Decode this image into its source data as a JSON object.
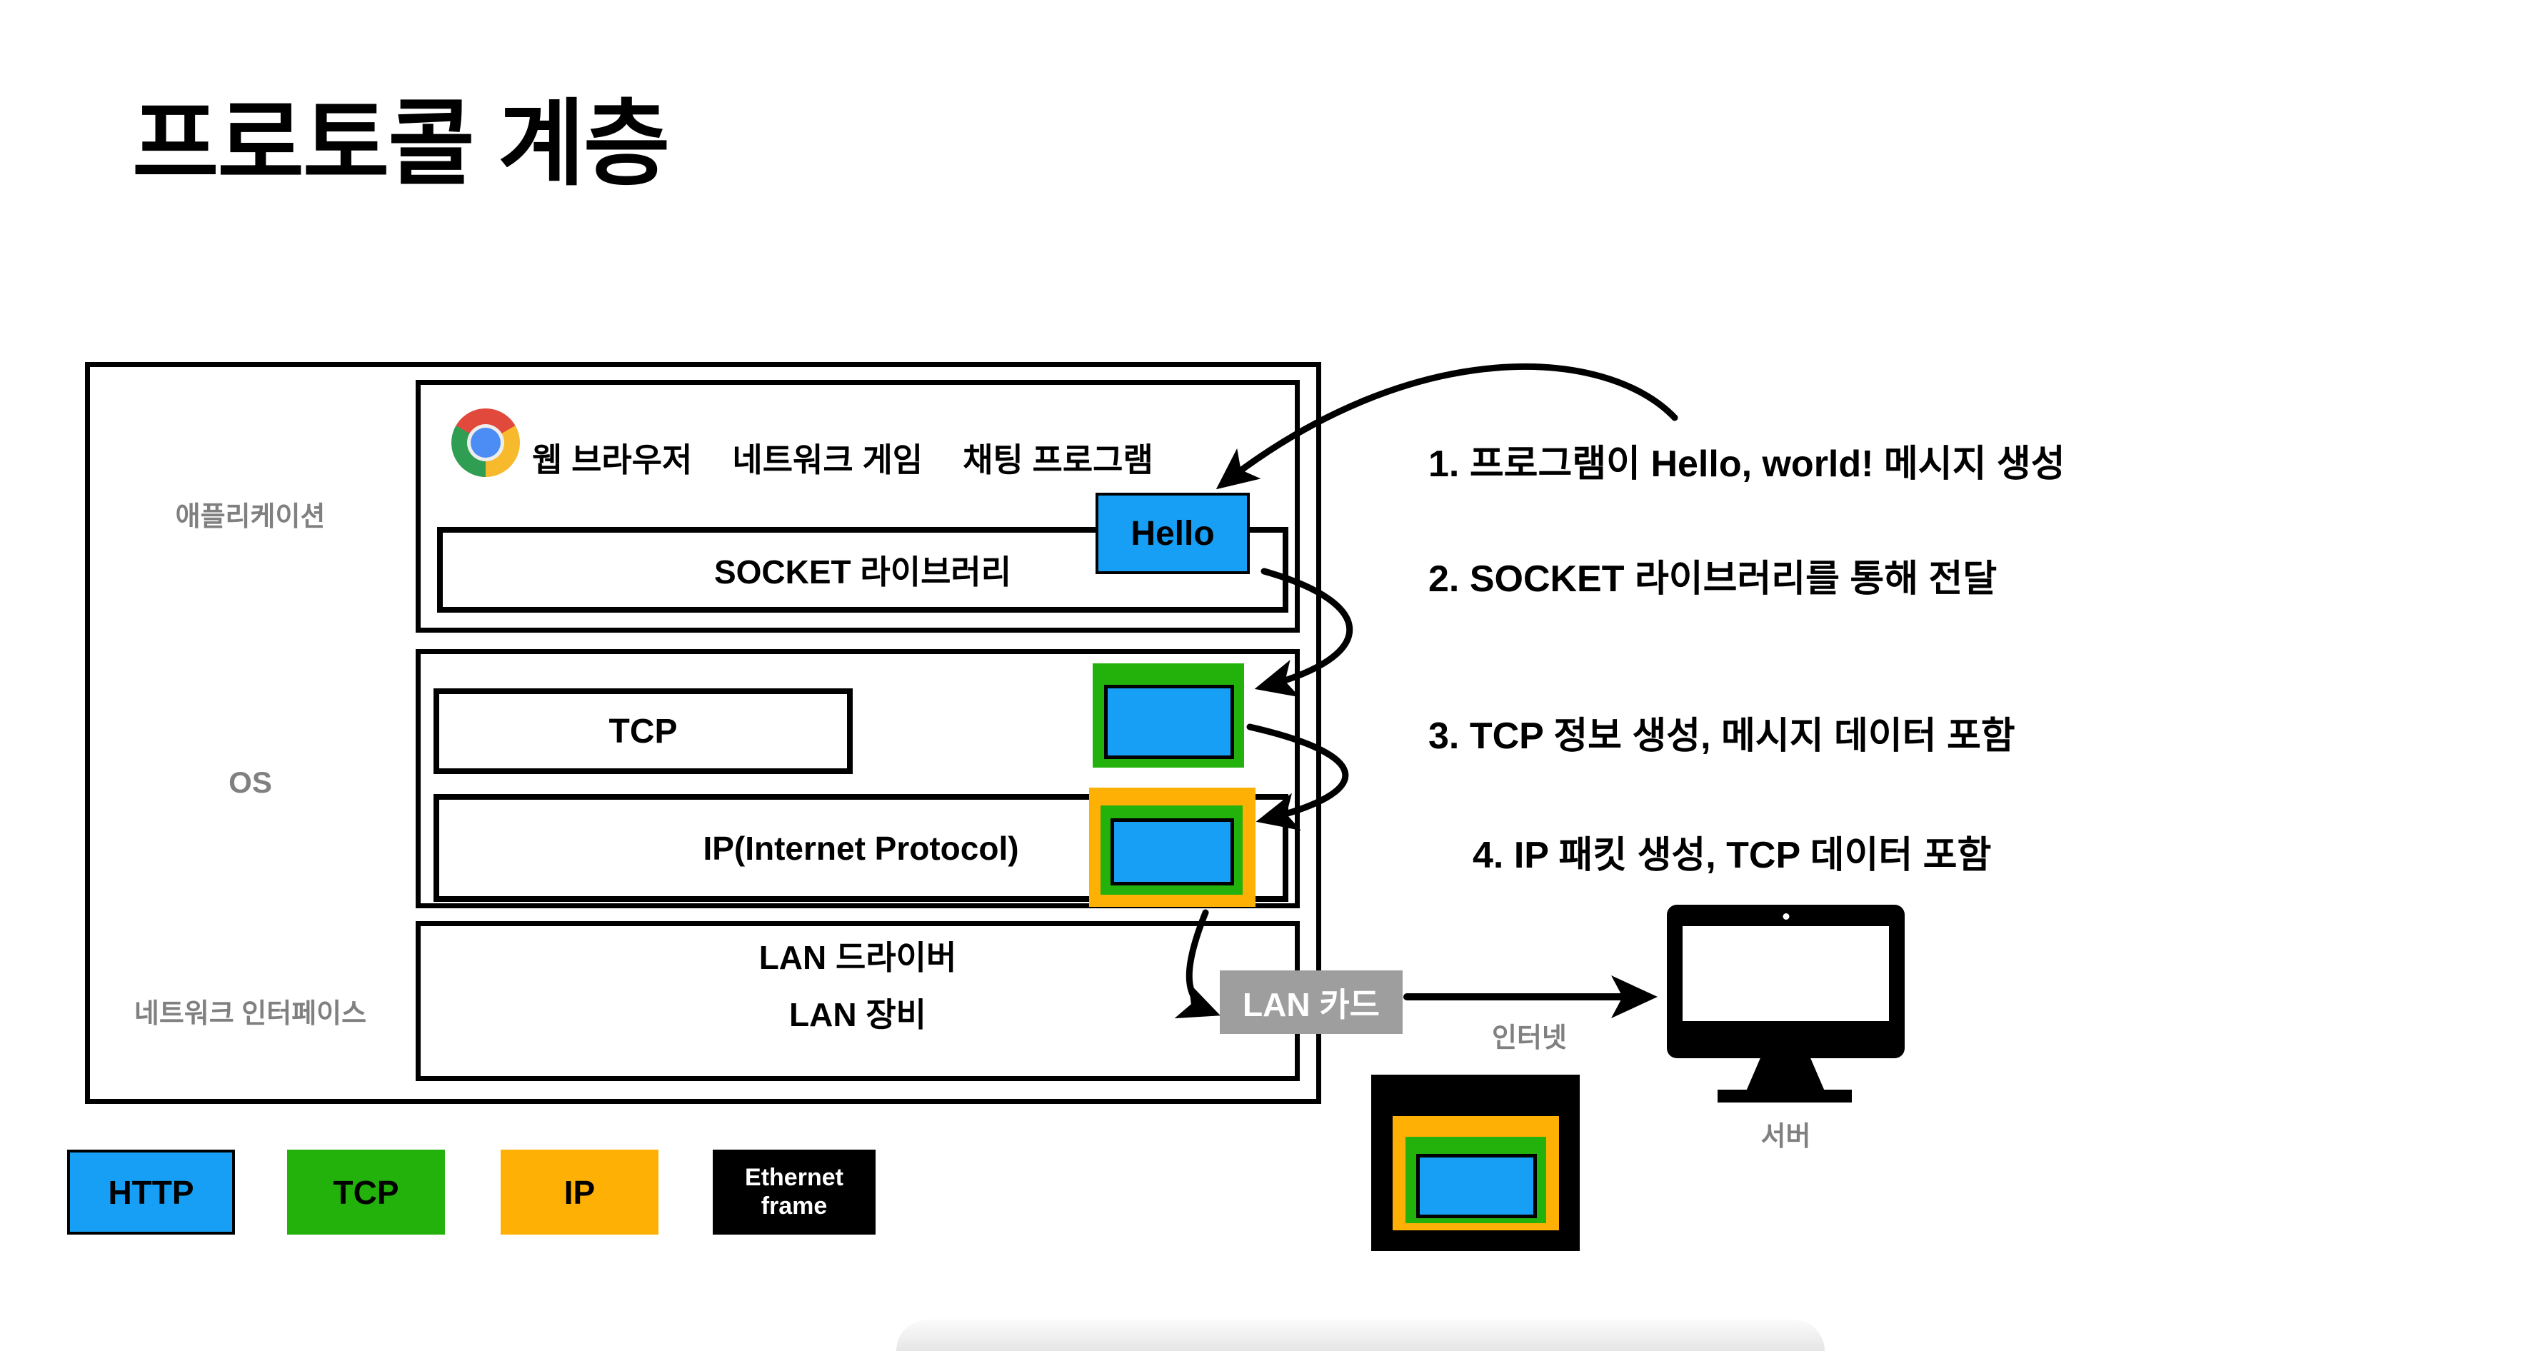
{
  "title": "프로토콜 계층",
  "colors": {
    "http_blue": "#169FF5",
    "tcp_green": "#23B10C",
    "ip_orange": "#FFB005",
    "frame_black": "#000000",
    "label_gray": "#808080",
    "lan_card_gray": "#9E9E9E"
  },
  "stack": {
    "layer_labels": {
      "application": "애플리케이션",
      "os": "OS",
      "network_interface": "네트워크 인터페이스"
    },
    "application": {
      "programs": [
        "웹 브라우저",
        "네트워크 게임",
        "채팅 프로그램"
      ],
      "socket": "SOCKET 라이브러리",
      "message": "Hello"
    },
    "os": {
      "tcp": "TCP",
      "ip": "IP(Internet Protocol)"
    },
    "network_interface": {
      "line1": "LAN 드라이버",
      "line2": "LAN 장비",
      "lan_card": "LAN 카드"
    }
  },
  "annotations": [
    "1. 프로그램이 Hello, world! 메시지 생성",
    "2. SOCKET 라이브러리를 통해 전달",
    "3. TCP 정보 생성, 메시지 데이터 포함",
    "4. IP 패킷 생성, TCP 데이터 포함"
  ],
  "internet_label": "인터넷",
  "server_label": "서버",
  "legend": {
    "items": [
      {
        "label": "HTTP",
        "color": "#169FF5"
      },
      {
        "label": "TCP",
        "color": "#23B10C"
      },
      {
        "label": "IP",
        "color": "#FFB005"
      },
      {
        "label": "Ethernet frame",
        "color": "#000000"
      }
    ]
  }
}
